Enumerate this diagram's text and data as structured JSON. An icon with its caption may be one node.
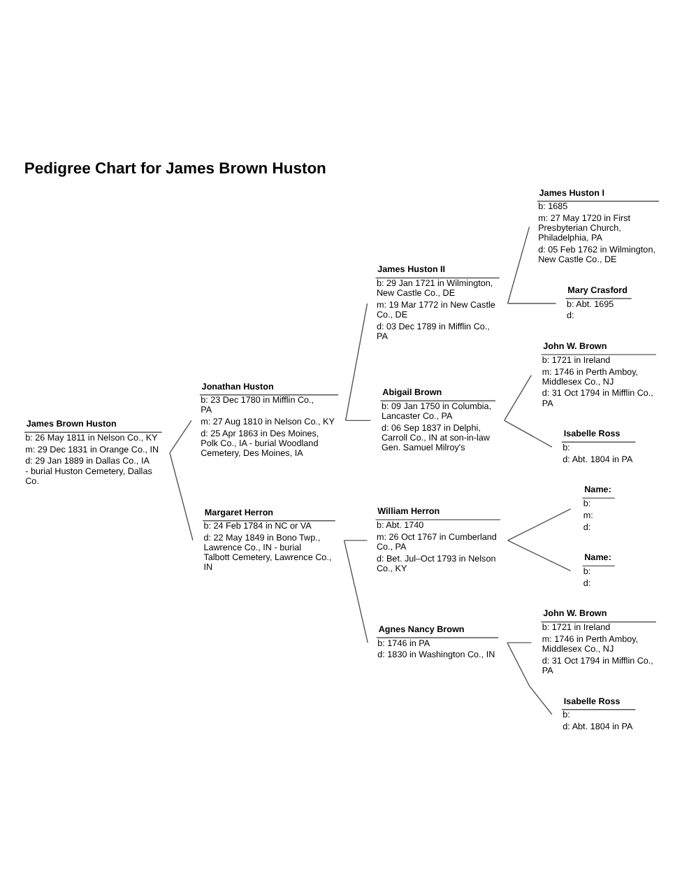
{
  "diagram": {
    "title": "Pedigree Chart for James Brown Huston",
    "nodes": [
      {
        "text": [
          "James Brown Huston",
          "b: 26 May 1811 in Nelson Co., KY",
          "m: 29 Dec 1831 in Orange Co., IN",
          "d: 29 Jan 1889 in Dallas Co., IA - burial Huston Cemetery, Dallas Co."
        ]
      },
      {
        "text": [
          "Jonathan Huston",
          "b: 23 Dec 1780 in Mifflin Co., PA",
          "m: 27 Aug 1810 in Nelson Co., KY",
          "d: 25 Apr 1863 in Des Moines, Polk Co., IA - burial Woodland Cemetery, Des Moines, IA"
        ]
      },
      {
        "text": [
          "Margaret Herron",
          "b: 24 Feb 1784 in NC or VA",
          "d: 22 May 1849 in Bono Twp., Lawrence Co., IN - burial Talbott Cemetery, Lawrence Co., IN"
        ]
      },
      {
        "text": [
          "James Huston II",
          "b: 29 Jan 1721 in Wilmington, New Castle Co., DE",
          "m: 19 Mar 1772 in New Castle Co., DE",
          "d: 03 Dec 1789 in Mifflin Co., PA"
        ]
      },
      {
        "text": [
          "Abigail Brown",
          "b: 09 Jan 1750 in Columbia, Lancaster Co., PA",
          "d: 06 Sep 1837 in Delphi, Carroll Co., IN at son-in-law Gen. Samuel Milroy's"
        ]
      },
      {
        "text": [
          "William Herron",
          "b: Abt. 1740",
          "m: 26 Oct 1767 in Cumberland Co., PA",
          "d: Bet. Jul–Oct 1793 in Nelson Co., KY"
        ]
      },
      {
        "text": [
          "Agnes Nancy Brown",
          "b: 1746 in PA",
          "d: 1830 in Washington Co., IN"
        ]
      },
      {
        "text": [
          "James Huston I",
          "b: 1685",
          "m: 27 May 1720 in First Presbyterian Church, Philadelphia, PA",
          "d: 05 Feb 1762 in Wilmington, New Castle Co., DE"
        ]
      },
      {
        "text": [
          "Mary Crasford",
          "b: Abt. 1695",
          "d:"
        ]
      },
      {
        "text": [
          "John W. Brown",
          "b: 1721 in Ireland",
          "m: 1746 in Perth Amboy, Middlesex Co., NJ",
          "d: 31 Oct 1794 in Mifflin Co., PA"
        ]
      },
      {
        "text": [
          "Isabelle Ross",
          "b:",
          "d: Abt. 1804 in PA"
        ]
      },
      {
        "text": [
          "Name:",
          "b:",
          "m:",
          "d:"
        ]
      },
      {
        "text": [
          "Name:",
          "b:",
          "d:"
        ]
      },
      {
        "text": [
          "John W. Brown",
          "b: 1721 in Ireland",
          "m: 1746 in Perth Amboy, Middlesex Co., NJ",
          "d: 31 Oct 1794 in Mifflin Co., PA"
        ]
      },
      {
        "text": [
          "Isabelle Ross",
          "b:",
          "d: Abt. 1804 in PA"
        ]
      }
    ],
    "edges": [
      {
        "from": 0,
        "to": 1,
        "arrow": "none"
      },
      {
        "from": 0,
        "to": 2,
        "arrow": "none"
      },
      {
        "from": 1,
        "to": 3,
        "arrow": "none"
      },
      {
        "from": 1,
        "to": 4,
        "arrow": "none"
      },
      {
        "from": 2,
        "to": 5,
        "arrow": "none"
      },
      {
        "from": 2,
        "to": 6,
        "arrow": "none"
      },
      {
        "from": 3,
        "to": 7,
        "arrow": "none"
      },
      {
        "from": 3,
        "to": 8,
        "arrow": "none"
      },
      {
        "from": 4,
        "to": 9,
        "arrow": "none"
      },
      {
        "from": 4,
        "to": 10,
        "arrow": "none"
      },
      {
        "from": 5,
        "to": 11,
        "arrow": "none"
      },
      {
        "from": 5,
        "to": 12,
        "arrow": "none"
      },
      {
        "from": 6,
        "to": 13,
        "arrow": "none"
      },
      {
        "from": 6,
        "to": 14,
        "arrow": "none"
      }
    ]
  }
}
